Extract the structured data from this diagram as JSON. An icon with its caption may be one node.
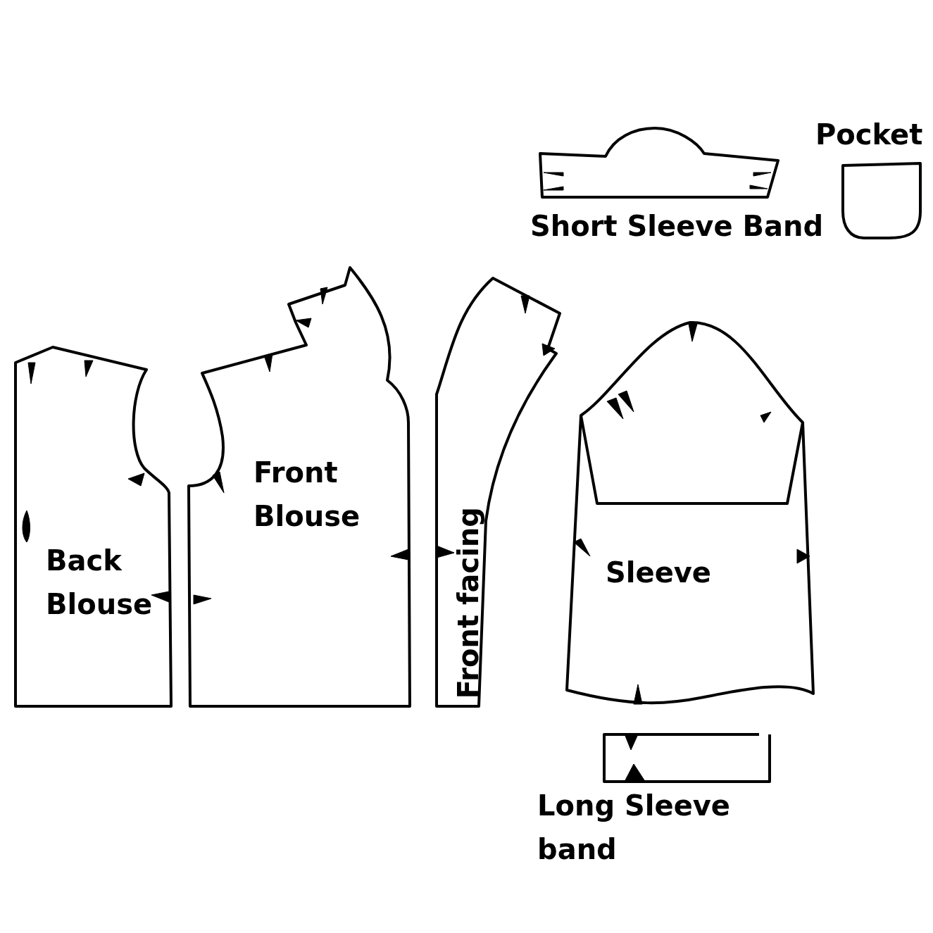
{
  "diagram": {
    "nodes": [
      {
        "text": [
          "Short Sleeve Band"
        ]
      },
      {
        "text": [
          "Pocket"
        ]
      },
      {
        "text": [
          "Back Blouse"
        ]
      },
      {
        "text": [
          "Front Blouse"
        ]
      },
      {
        "text": [
          "Front facing"
        ]
      },
      {
        "text": [
          "Sleeve"
        ]
      },
      {
        "text": [
          "Long Sleeve band"
        ]
      }
    ]
  }
}
